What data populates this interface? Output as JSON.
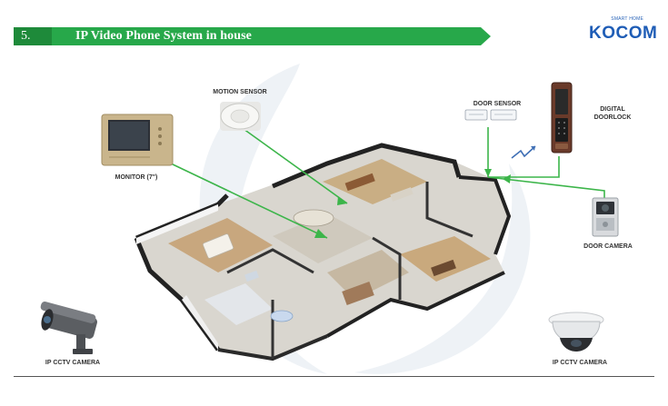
{
  "header": {
    "number": "5.",
    "title": "IP Video Phone System in house"
  },
  "logo": {
    "sub": "SMART HOME",
    "main": "KOCOM"
  },
  "labels": {
    "motion_sensor": "MOTION  SENSOR",
    "door_sensor": "DOOR SENSOR",
    "digital_doorlock_line1": "DIGITAL",
    "digital_doorlock_line2": "DOORLOCK",
    "monitor": "MONITOR (7\")",
    "door_camera": "DOOR CAMERA",
    "ip_cctv_left": "IP CCTV CAMERA",
    "ip_cctv_right": "IP CCTV CAMERA"
  },
  "colors": {
    "ribbon_green": "#27a84a",
    "ribbon_dark": "#1e8a3a",
    "connector_green": "#3cb54a",
    "logo_blue": "#1f5db6"
  },
  "icons": {
    "monitor": "video-monitor-icon",
    "motion_sensor": "motion-sensor-icon",
    "door_sensor": "door-sensor-icon",
    "doorlock": "digital-doorlock-icon",
    "door_camera": "door-camera-icon",
    "cctv_left": "bullet-cctv-camera-icon",
    "cctv_right": "dome-cctv-camera-icon",
    "wireless": "wireless-signal-icon"
  }
}
